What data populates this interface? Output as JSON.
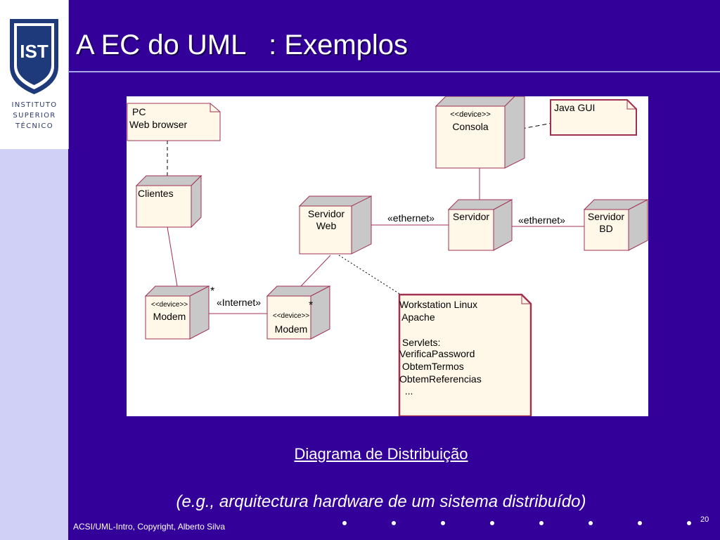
{
  "slide": {
    "title": "A EC do UML   : Exemplos",
    "caption_link": "Diagrama de Distribuição",
    "caption_sub": "(e.g., arquitectura hardware de um sistema distribuído)",
    "footer": "ACSI/UML-Intro, Copyright, Alberto Silva",
    "page_number": "20"
  },
  "logo": {
    "mark": "IST",
    "lines": [
      "INSTITUTO",
      "SUPERIOR",
      "TÉCNICO"
    ]
  },
  "diagram": {
    "notes": {
      "pc": [
        "PC",
        "Web browser"
      ],
      "java": [
        "Java GUI"
      ],
      "workstation": [
        "Workstation Linux",
        " Apache",
        "",
        " Servlets:",
        "VerificaPassword",
        " ObtemTermos",
        "ObtemReferencias",
        "  ..."
      ]
    },
    "nodes": {
      "consola": [
        "<<device>>",
        "Consola"
      ],
      "clientes": [
        "Clientes"
      ],
      "servidor_web": [
        "Servidor",
        "Web"
      ],
      "servidor": [
        "Servidor"
      ],
      "servidor_bd": [
        "Servidor",
        "BD"
      ],
      "modem_left": [
        "<<device>>",
        "Modem"
      ],
      "modem_right": [
        "<<device>>",
        "Modem"
      ]
    },
    "links": {
      "ethernet_1": "«ethernet»",
      "ethernet_2": "«ethernet»",
      "internet": "«Internet»",
      "mult_left": "*",
      "mult_right": "*"
    }
  }
}
